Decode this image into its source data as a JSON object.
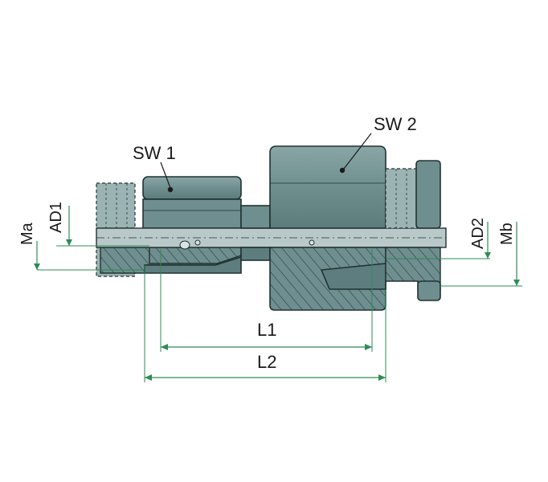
{
  "labels": {
    "sw1": "SW 1",
    "sw2": "SW 2",
    "ad1": "AD1",
    "ma": "Ma",
    "ad2": "AD2",
    "mb": "Mb",
    "l1": "L1",
    "l2": "L2"
  },
  "colors": {
    "body": "#6e8e8f",
    "tube": "#b9c9c9",
    "dimension": "#2e8b57",
    "outline": "#223232"
  }
}
